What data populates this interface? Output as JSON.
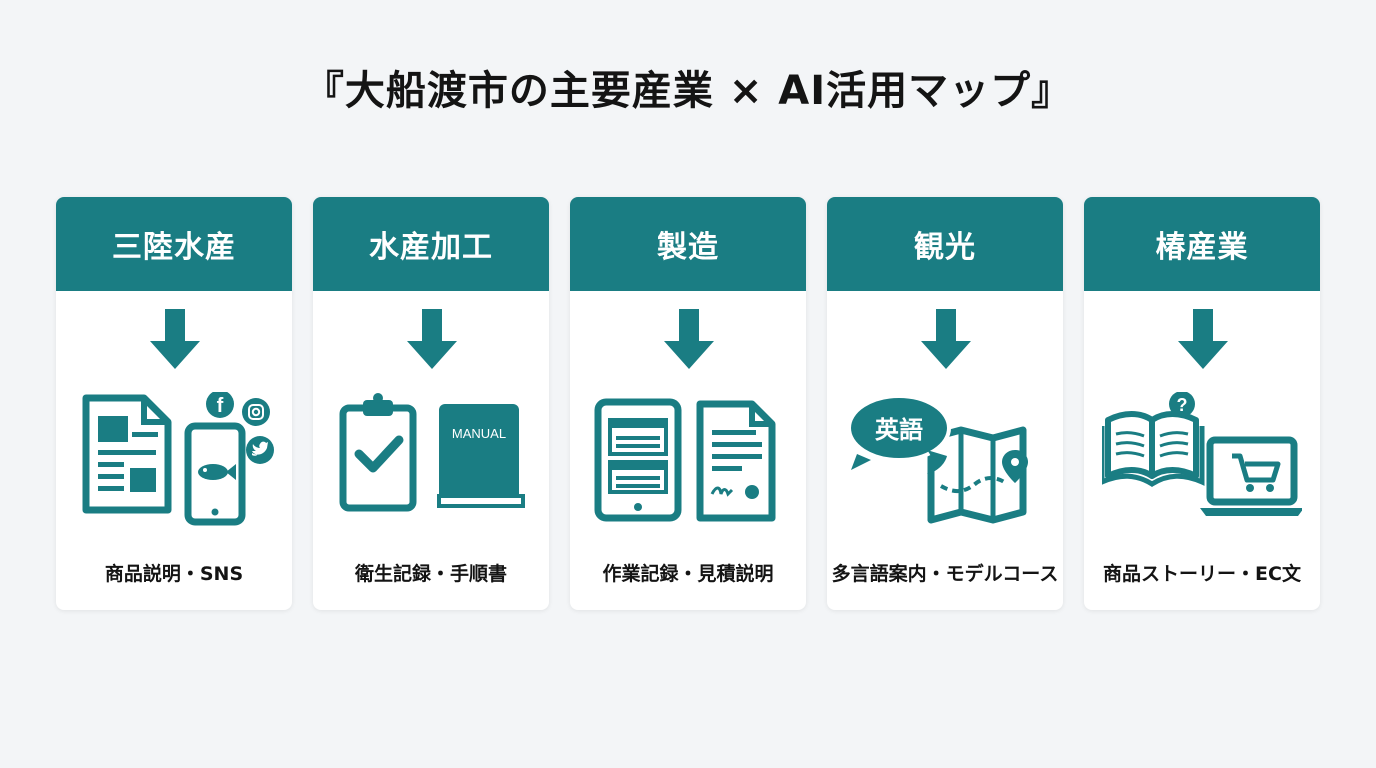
{
  "title": "『大船渡市の主要産業 × AI活用マップ』",
  "colors": {
    "accent": "#1a7d83",
    "background": "#f3f5f7",
    "card": "#ffffff"
  },
  "cards": [
    {
      "heading": "三陸水産",
      "caption": "商品説明・SNS",
      "icons": [
        "document-icon",
        "smartphone-fish-icon",
        "facebook-icon",
        "instagram-icon",
        "twitter-icon"
      ]
    },
    {
      "heading": "水産加工",
      "caption": "衛生記録・手順書",
      "icons": [
        "clipboard-check-icon",
        "manual-book-icon"
      ],
      "manual_label": "MANUAL"
    },
    {
      "heading": "製造",
      "caption": "作業記録・見積説明",
      "icons": [
        "tablet-table-icon",
        "signed-document-icon"
      ]
    },
    {
      "heading": "観光",
      "caption": "多言語案内・モデルコース",
      "icons": [
        "speech-bubble-icon",
        "map-pin-icon"
      ],
      "bubble_label": "英語"
    },
    {
      "heading": "椿産業",
      "caption": "商品ストーリー・EC文",
      "icons": [
        "open-book-question-icon",
        "laptop-cart-icon"
      ]
    }
  ]
}
